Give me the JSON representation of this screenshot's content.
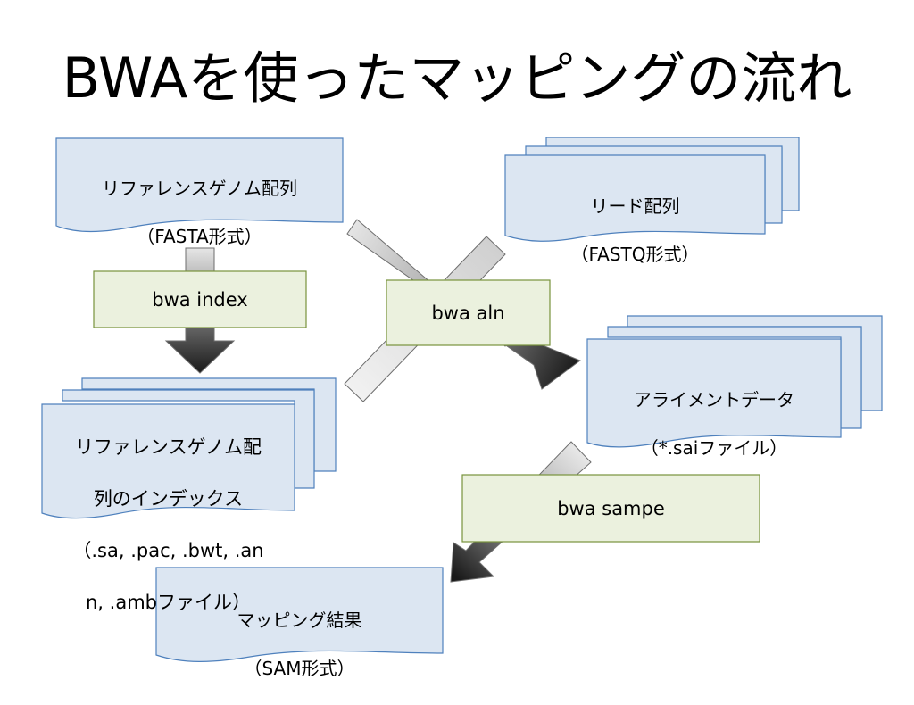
{
  "title": "BWAを使ったマッピングの流れ",
  "colors": {
    "doc_fill": "#dce6f2",
    "doc_stroke": "#4f81bd",
    "step_fill": "#ebf1de",
    "step_stroke": "#77933c",
    "arrow_light": "#e0e0e0",
    "arrow_dark": "#1a1a1a"
  },
  "nodes": {
    "reference": {
      "line1": "リファレンスゲノム配列",
      "line2": "（FASTA形式）"
    },
    "reads": {
      "line1": "リード配列",
      "line2": "（FASTQ形式）"
    },
    "index": {
      "line1": "リファレンスゲノム配",
      "line2": "列のインデックス",
      "line3": "（.sa, .pac, .bwt, .an",
      "line4": "n, .ambファイル）"
    },
    "alignment": {
      "line1": "アライメントデータ",
      "line2": "（*.saiファイル）"
    },
    "result": {
      "line1": "マッピング結果",
      "line2": "（SAM形式）"
    }
  },
  "steps": {
    "index": "bwa index",
    "aln": "bwa aln",
    "sampe": "bwa sampe"
  }
}
